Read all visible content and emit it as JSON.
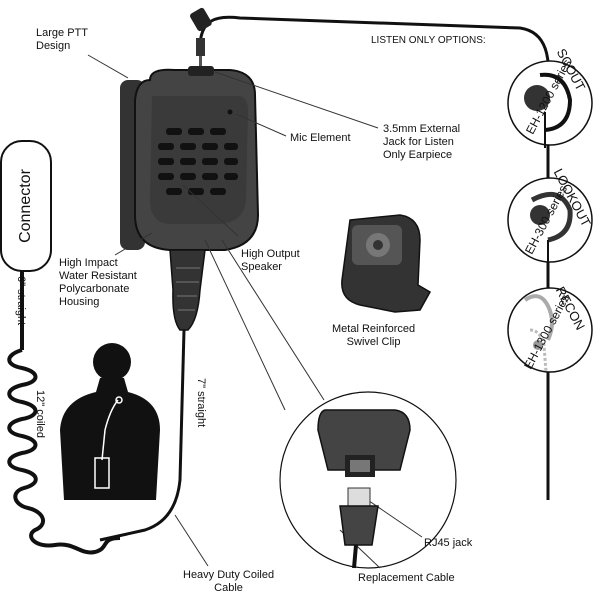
{
  "labels": {
    "large_ptt": "Large PTT\nDesign",
    "listen_only": "LISTEN ONLY OPTIONS:",
    "mic_element": "Mic Element",
    "ext_jack": "3.5mm External\nJack for Listen\nOnly Earpiece",
    "housing": "High Impact\nWater Resistant\nPolycarbonate\nHousing",
    "speaker": "High Output\nSpeaker",
    "clip": "Metal Reinforced\nSwivel Clip",
    "rj45": "RJ45 jack",
    "replacement": "Replacement Cable",
    "coiled_cable": "Heavy Duty Coiled\nCable",
    "connector": "Connector",
    "six_straight": "6\" straight",
    "twelve_coiled": "12\" coiled",
    "seven_straight": "7\" straight"
  },
  "options": [
    {
      "series": "EH-1200 series",
      "name": "SCOUT"
    },
    {
      "series": "EH-300 series",
      "name": "LOOKOUT"
    },
    {
      "series": "EH-1300 series",
      "name": "RECON"
    }
  ]
}
